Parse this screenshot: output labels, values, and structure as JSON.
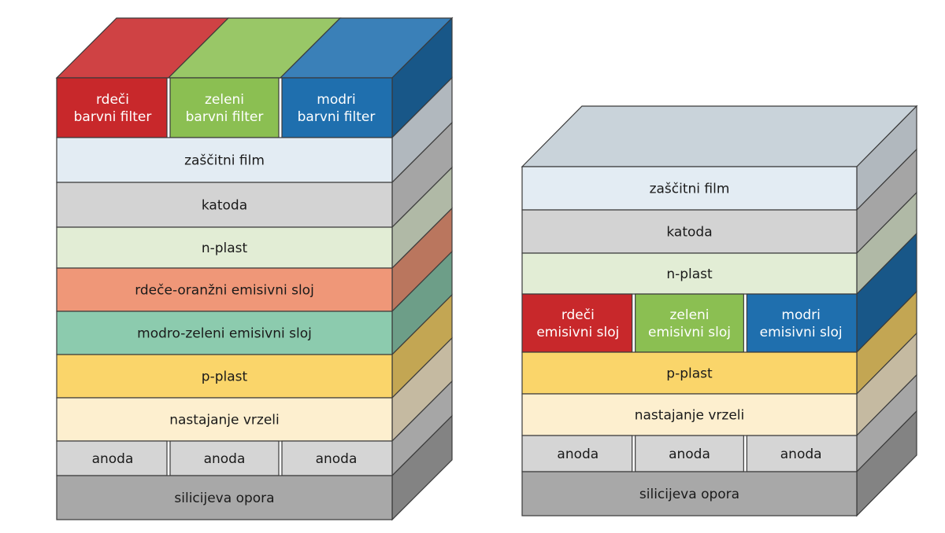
{
  "colors": {
    "red": "#c8282b",
    "green": "#8bbf52",
    "blue": "#1f6fae",
    "protective_film": "#e3ecf3",
    "cathode": "#d3d3d3",
    "n_layer": "#e2edd5",
    "red_orange_emissive": "#ef9778",
    "blue_green_emissive": "#8ccbae",
    "p_layer": "#fad56a",
    "hole_injection": "#fdefcf",
    "anode": "#d5d5d5",
    "silicon_support": "#a8a8a8"
  },
  "left_stack": {
    "filters": [
      {
        "line1": "rdeči",
        "line2": "barvni filter",
        "color": "#c8282b"
      },
      {
        "line1": "zeleni",
        "line2": "barvni filter",
        "color": "#8bbf52"
      },
      {
        "line1": "modri",
        "line2": "barvni filter",
        "color": "#1f6fae"
      }
    ],
    "layers": [
      {
        "label": "zaščitni film",
        "color": "#e3ecf3"
      },
      {
        "label": "katoda",
        "color": "#d3d3d3"
      },
      {
        "label": "n-plast",
        "color": "#e2edd5"
      },
      {
        "label": "rdeče-oranžni emisivni sloj",
        "color": "#ef9778"
      },
      {
        "label": "modro-zeleni emisivni sloj",
        "color": "#8ccbae"
      },
      {
        "label": "p-plast",
        "color": "#fad56a"
      },
      {
        "label": "nastajanje vrzeli",
        "color": "#fdefcf"
      }
    ],
    "anodes": [
      "anoda",
      "anoda",
      "anoda"
    ],
    "base": {
      "label": "silicijeva opora",
      "color": "#a8a8a8"
    }
  },
  "right_stack": {
    "top_layers": [
      {
        "label": "zaščitni film",
        "color": "#e3ecf3"
      },
      {
        "label": "katoda",
        "color": "#d3d3d3"
      },
      {
        "label": "n-plast",
        "color": "#e2edd5"
      }
    ],
    "emissive": [
      {
        "line1": "rdeči",
        "line2": "emisivni sloj",
        "color": "#c8282b"
      },
      {
        "line1": "zeleni",
        "line2": "emisivni sloj",
        "color": "#8bbf52"
      },
      {
        "line1": "modri",
        "line2": "emisivni sloj",
        "color": "#1f6fae"
      }
    ],
    "bottom_layers": [
      {
        "label": "p-plast",
        "color": "#fad56a"
      },
      {
        "label": "nastajanje vrzeli",
        "color": "#fdefcf"
      }
    ],
    "anodes": [
      "anoda",
      "anoda",
      "anoda"
    ],
    "base": {
      "label": "silicijeva opora",
      "color": "#a8a8a8"
    }
  }
}
